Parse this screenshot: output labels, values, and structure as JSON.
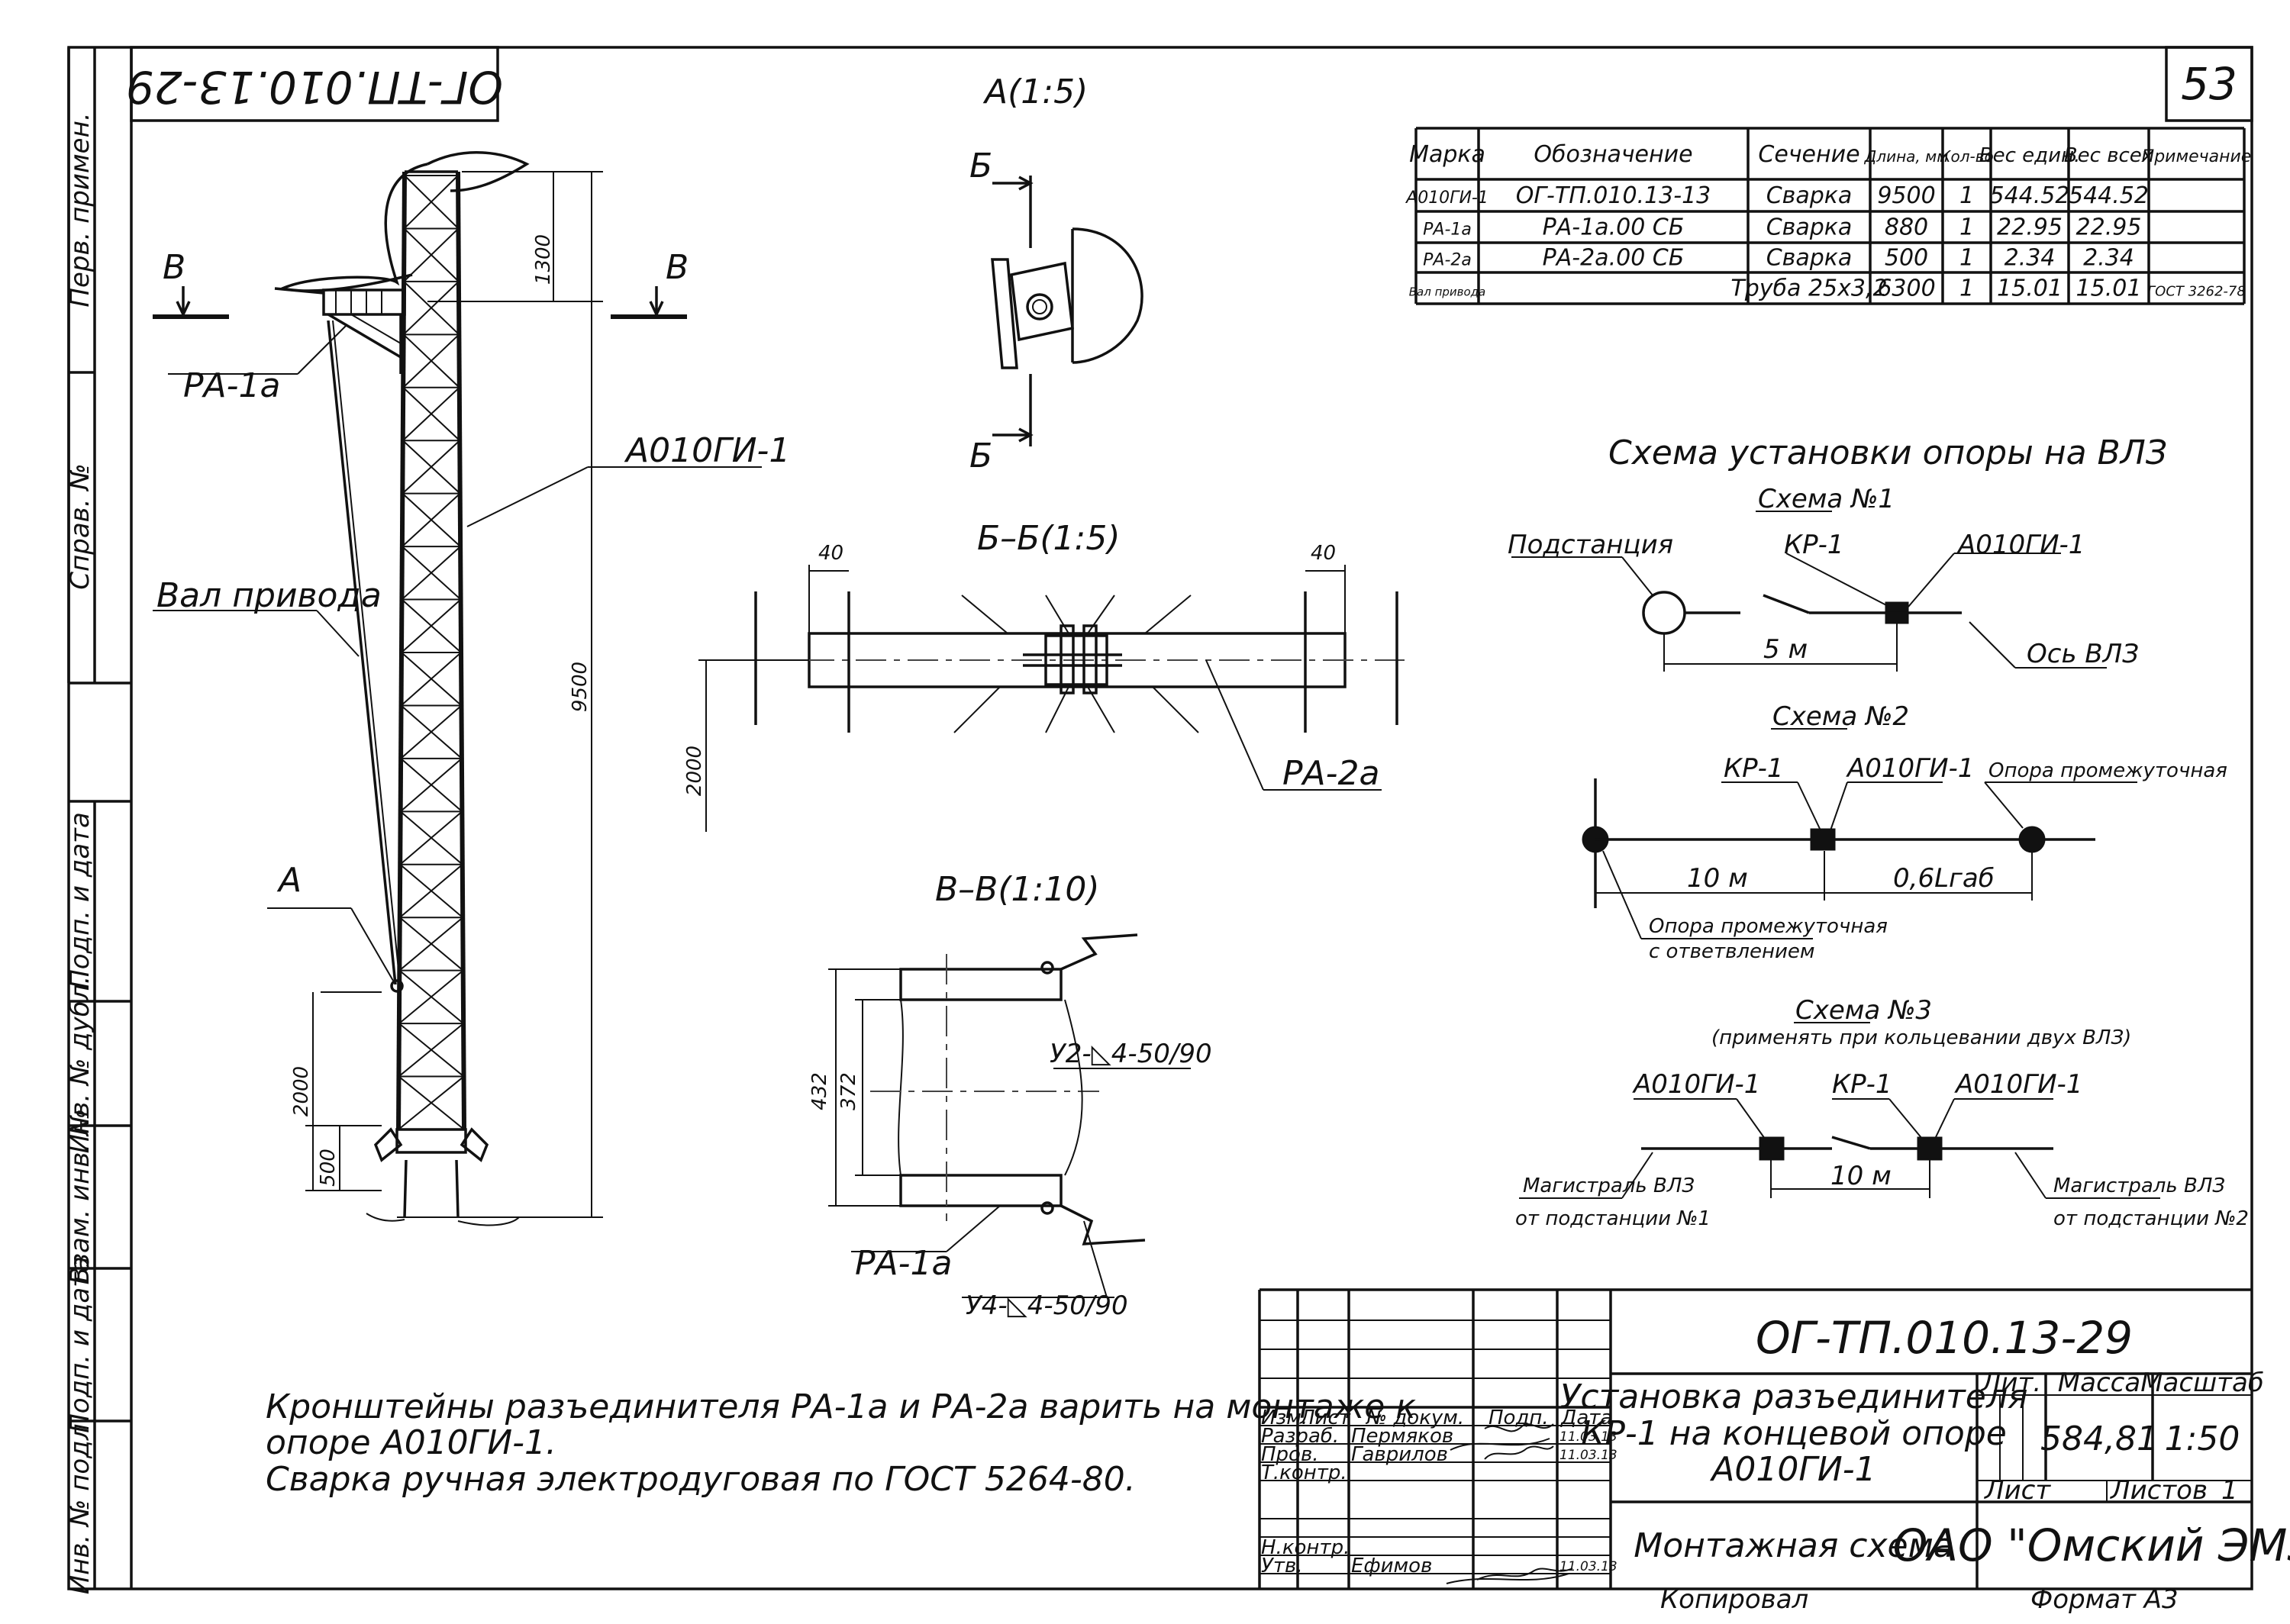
{
  "sheet": {
    "number": "53",
    "code_rotated": "ОГ-ТП.010.13-29"
  },
  "side_strip": {
    "labels": [
      "Перв. примен.",
      "Справ. №",
      "Подп. и дата",
      "Инв. № дубл.",
      "Взам. инв. №",
      "Подп. и дата",
      "Инв. № подл."
    ]
  },
  "views": {
    "view_a_title": "А(1:5)",
    "section_bb_title": "Б–Б(1:5)",
    "section_vv_title": "В–В(1:10)",
    "cut_b_top": "Б",
    "cut_b_bottom": "Б",
    "cut_v_left": "В",
    "cut_v_right": "В",
    "detail_a": "А"
  },
  "elevation": {
    "label_ra1a": "РА-1а",
    "label_a010gi": "А010ГИ-1",
    "label_shaft": "Вал привода",
    "dim_1300": "1300",
    "dim_9500": "9500",
    "dim_2000": "2000",
    "dim_500": "500"
  },
  "section_bb": {
    "dim_40_left": "40",
    "dim_40_right": "40",
    "dim_2000": "2000",
    "label_ra2a": "РА-2а"
  },
  "section_vv": {
    "dim_432": "432",
    "dim_372": "372",
    "weld_upper": "У2-◺4-50/90",
    "weld_lower": "У4-◺4-50/90",
    "label_ra1a": "РА-1а"
  },
  "spec_table": {
    "headers": [
      "Марка",
      "Обозначение",
      "Сечение",
      "Длина, мм",
      "Кол-во",
      "Вес един.",
      "Вес всех",
      "Примечание"
    ],
    "rows": [
      [
        "А010ГИ-1",
        "ОГ-ТП.010.13-13",
        "Сварка",
        "9500",
        "1",
        "544.52",
        "544.52",
        ""
      ],
      [
        "РА-1а",
        "РА-1а.00 СБ",
        "Сварка",
        "880",
        "1",
        "22.95",
        "22.95",
        ""
      ],
      [
        "РА-2а",
        "РА-2а.00 СБ",
        "Сварка",
        "500",
        "1",
        "2.34",
        "2.34",
        ""
      ],
      [
        "Вал привода",
        "",
        "Труба 25х3,2",
        "6300",
        "1",
        "15.01",
        "15.01",
        "ГОСТ 3262-78"
      ]
    ]
  },
  "schemes": {
    "title": "Схема установки опоры на ВЛЗ",
    "s1": {
      "title": "Схема №1",
      "substation": "Подстанция",
      "kr": "КР-1",
      "support": "А010ГИ-1",
      "dist": "5 м",
      "axis": "Ось ВЛЗ"
    },
    "s2": {
      "title": "Схема №2",
      "kr": "КР-1",
      "support": "А010ГИ-1",
      "inter": "Опора промежуточная",
      "dist1": "10 м",
      "dist2": "0,6Lгаб",
      "branch_line1": "Опора промежуточная",
      "branch_line2": "с ответвлением"
    },
    "s3": {
      "title": "Схема №3",
      "subtitle": "(применять при кольцевании двух ВЛЗ)",
      "support_left": "А010ГИ-1",
      "kr": "КР-1",
      "support_right": "А010ГИ-1",
      "dist": "10 м",
      "main1_a": "Магистраль ВЛЗ",
      "main1_b": "от подстанции №1",
      "main2_a": "Магистраль ВЛЗ",
      "main2_b": "от подстанции №2"
    }
  },
  "notes": {
    "line1": "Кронштейны разъединителя РА-1а и РА-2а  варить на монтаже к",
    "line2": "опоре А010ГИ-1.",
    "line3": "Сварка ручная электродуговая по ГОСТ 5264-80."
  },
  "title_block": {
    "code": "ОГ-ТП.010.13-29",
    "name_line1": "Установка разъединителя",
    "name_line2": "КР-1 на концевой опоре",
    "name_line3": "А010ГИ-1",
    "doc_type": "Монтажная схема",
    "org": "ОАО \"Омский ЭМЗ\"",
    "hdr_lit": "Лит.",
    "hdr_mass": "Масса",
    "hdr_scale": "Масштаб",
    "mass": "584,81",
    "scale": "1:50",
    "sheet_lbl": "Лист",
    "sheets_lbl": "Листов",
    "sheets": "1",
    "col_izm": "Изм.",
    "col_list": "Лист",
    "col_doc": "№ докум.",
    "col_sign": "Подп.",
    "col_date": "Дата",
    "r_razrab": "Разраб.",
    "r_prov": "Пров.",
    "r_tkontr": "Т.контр.",
    "r_nkontr": "Н.контр.",
    "r_utv": "Утв.",
    "n_razrab": "Пермяков",
    "n_prov": "Гаврилов",
    "n_utv": "Ефимов",
    "d_razrab": "11.03.13",
    "d_prov": "11.03.13",
    "d_utv": "11.03.13",
    "copied": "Копировал",
    "format": "Формат    А3"
  }
}
